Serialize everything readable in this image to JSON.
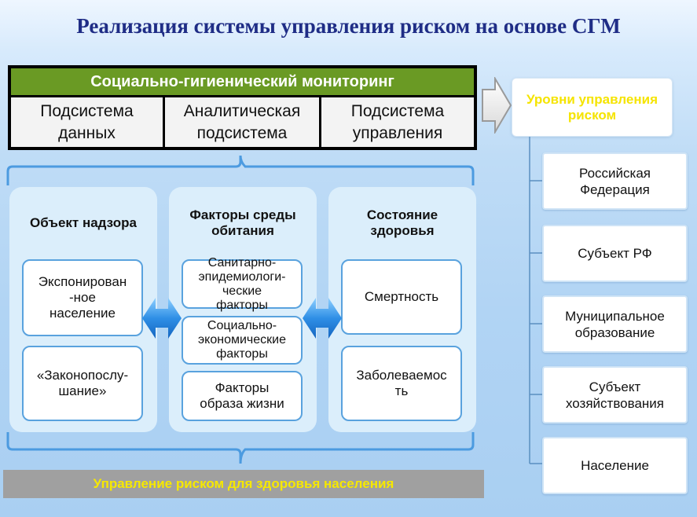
{
  "title": "Реализация системы управления риском на основе СГМ",
  "monitoring": {
    "header": "Социально-гигиенический мониторинг",
    "subsystems": [
      {
        "line1": "Подсистема",
        "line2": "данных"
      },
      {
        "line1": "Аналитическая",
        "line2": "подсистема"
      },
      {
        "line1": "Подсистема",
        "line2": "управления"
      }
    ]
  },
  "levels": {
    "title_line1": "Уровни управления",
    "title_line2": "риском",
    "items": [
      {
        "line1": "Российская",
        "line2": "Федерация"
      },
      {
        "line1": "Субъект РФ",
        "line2": ""
      },
      {
        "line1": "Муниципальное",
        "line2": "образование"
      },
      {
        "line1": "Субъект",
        "line2": "хозяйствования"
      },
      {
        "line1": "Население",
        "line2": ""
      }
    ]
  },
  "columns": [
    {
      "title_line1": "Объект надзора",
      "title_line2": "",
      "items": [
        {
          "lines": [
            "Экспонирован",
            "-ное",
            "население"
          ]
        },
        {
          "lines": [
            "«Законопослу-",
            "шание»"
          ]
        }
      ]
    },
    {
      "title_line1": "Факторы среды",
      "title_line2": "обитания",
      "items": [
        {
          "lines": [
            "Санитарно-",
            "эпидемиологи-",
            "ческие",
            "факторы"
          ]
        },
        {
          "lines": [
            "Социально-",
            "экономические",
            "факторы"
          ]
        },
        {
          "lines": [
            "Факторы",
            "образа жизни"
          ]
        }
      ]
    },
    {
      "title_line1": "Состояние",
      "title_line2": "здоровья",
      "items": [
        {
          "lines": [
            "Смертность"
          ]
        },
        {
          "lines": [
            "Заболеваемос",
            "ть"
          ]
        }
      ]
    }
  ],
  "bottom_bar": "Управление риском для здоровья населения",
  "colors": {
    "title": "#1f2d86",
    "monitoring_header": "#6a9a24",
    "accent_yellow": "#f5e400",
    "item_border": "#59a2de",
    "bottom_bar": "#a0a0a0"
  }
}
